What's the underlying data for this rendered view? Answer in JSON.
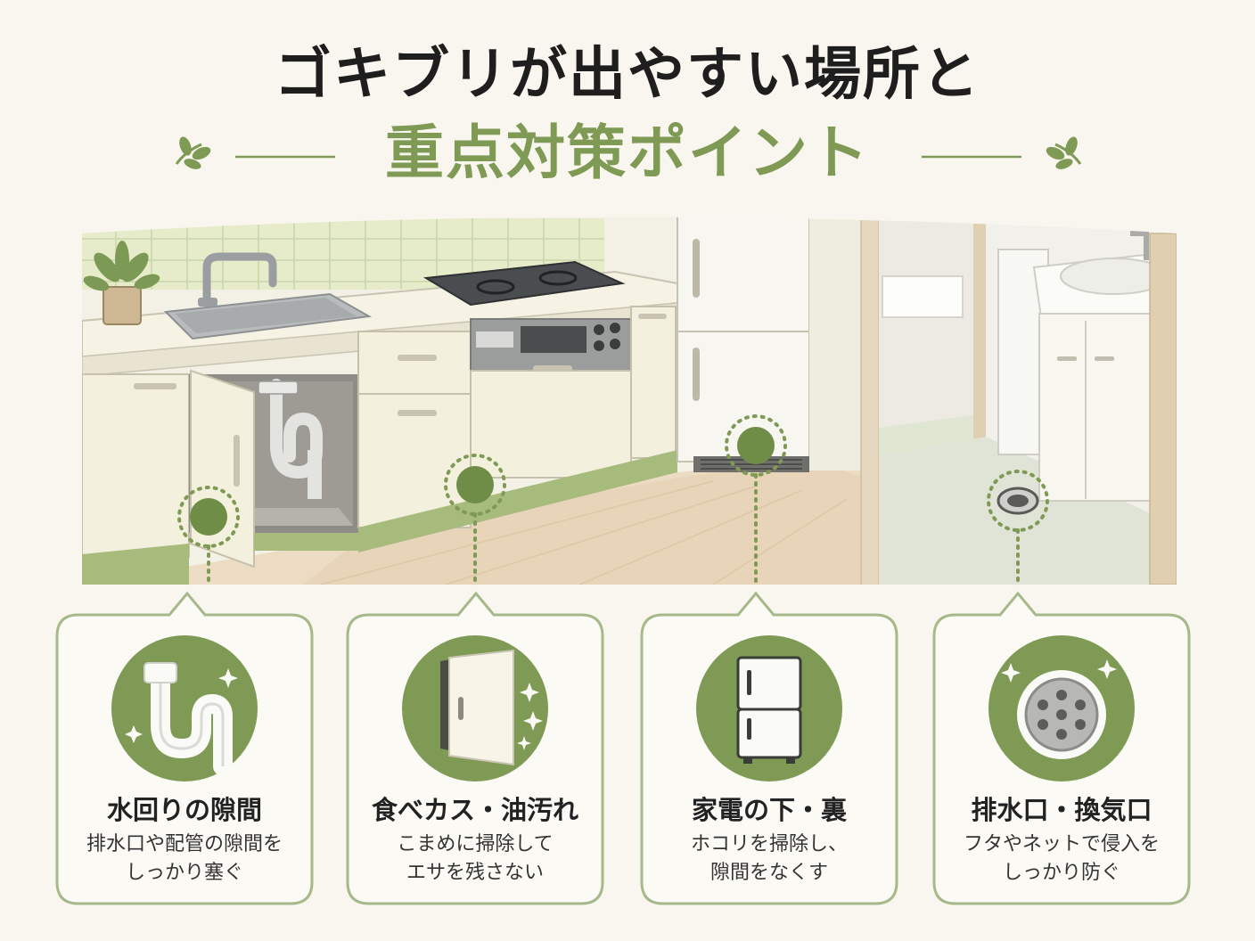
{
  "header": {
    "title_line1": "ゴキブリが出やすい場所と",
    "title_line2": "重点対策ポイント"
  },
  "colors": {
    "accent_green": "#7f9a55",
    "background": "#f8f6ee",
    "text_dark": "#1e1e1e"
  },
  "cards": [
    {
      "icon": "drain-pipe-icon",
      "title": "水回りの隙間",
      "desc1": "排水口や配管の隙間を",
      "desc2": "しっかり塞ぐ"
    },
    {
      "icon": "cabinet-door-icon",
      "title": "食べカス・油汚れ",
      "desc1": "こまめに掃除して",
      "desc2": "エサを残さない"
    },
    {
      "icon": "refrigerator-icon",
      "title": "家電の下・裏",
      "desc1": "ホコリを掃除し、",
      "desc2": "隙間をなくす"
    },
    {
      "icon": "drain-cover-icon",
      "title": "排水口・換気口",
      "desc1": "フタやネットで侵入を",
      "desc2": "しっかり防ぐ"
    }
  ]
}
